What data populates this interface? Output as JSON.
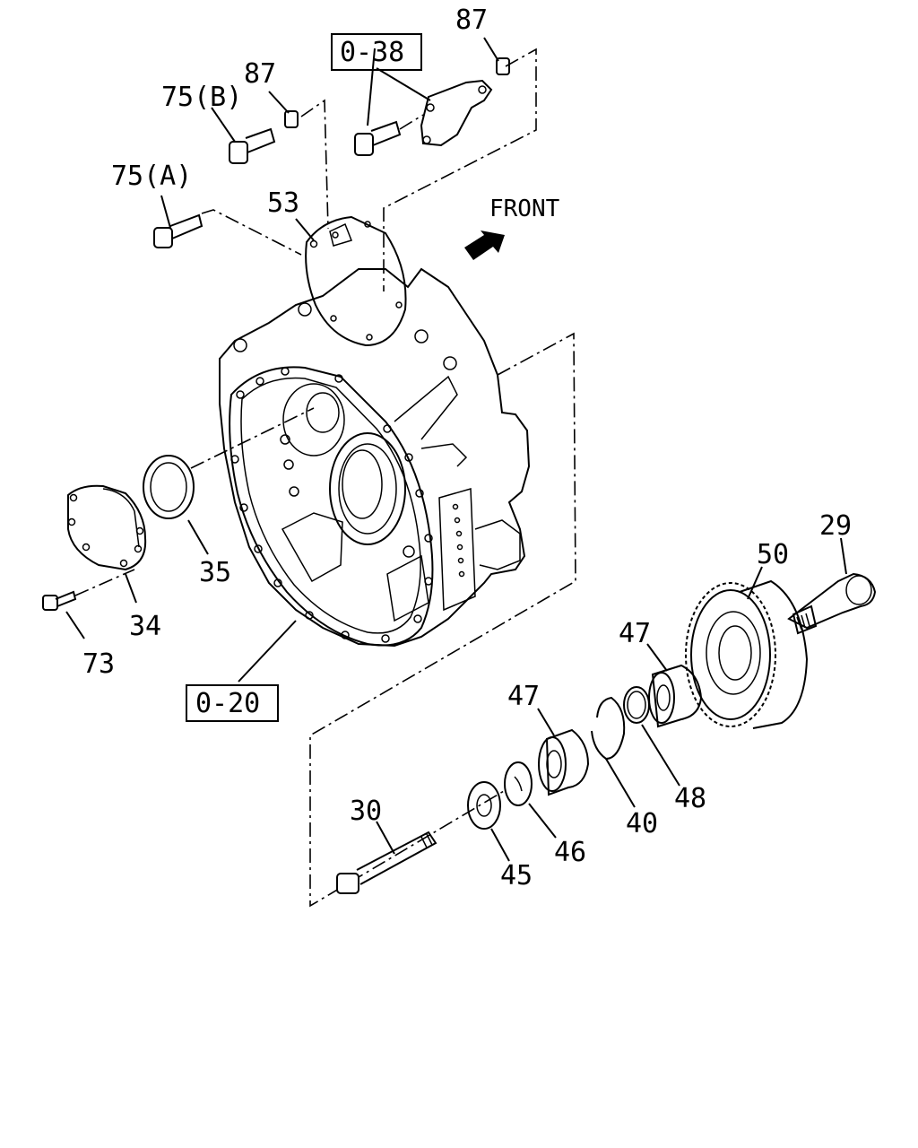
{
  "diagram": {
    "direction_label": "FRONT",
    "ref_boxes": {
      "top": "0-38",
      "housing": "0-20"
    },
    "callouts": {
      "c87_top": "87",
      "c87_left": "87",
      "c75b": "75(B)",
      "c75a": "75(A)",
      "c53": "53",
      "c35": "35",
      "c34": "34",
      "c73": "73",
      "c29": "29",
      "c50": "50",
      "c47_upper": "47",
      "c47_lower": "47",
      "c48": "48",
      "c40": "40",
      "c46": "46",
      "c45": "45",
      "c30": "30"
    }
  }
}
